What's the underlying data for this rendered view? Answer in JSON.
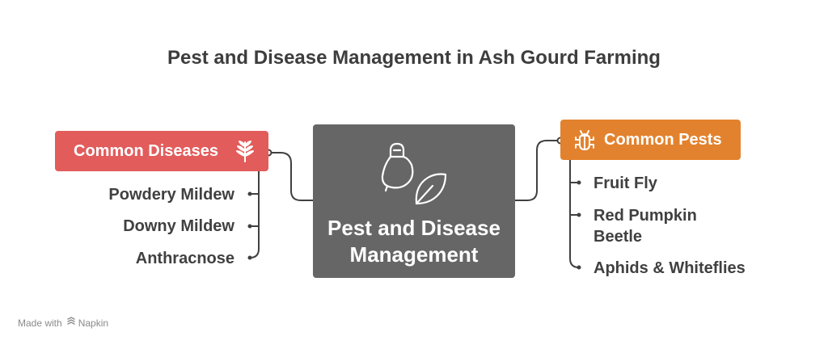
{
  "title": "Pest and Disease Management in Ash Gourd Farming",
  "center": {
    "label_line1": "Pest and Disease",
    "label_line2": "Management",
    "icon": "bulb-leaf-icon"
  },
  "diseases": {
    "label": "Common Diseases",
    "icon": "wheat-icon",
    "color": "#e25c5c",
    "items": [
      "Powdery Mildew",
      "Downy Mildew",
      "Anthracnose"
    ]
  },
  "pests": {
    "label": "Common Pests",
    "icon": "bug-icon",
    "color": "#e3822e",
    "items": [
      {
        "line1": "Fruit Fly"
      },
      {
        "line1": "Red Pumpkin",
        "line2": "Beetle"
      },
      {
        "line1": "Aphids & Whiteflies"
      }
    ]
  },
  "footer": {
    "made_with": "Made with",
    "brand": "Napkin",
    "icon": "napkin-logo-icon"
  },
  "colors": {
    "center_box": "#666666",
    "connector": "#404040"
  }
}
